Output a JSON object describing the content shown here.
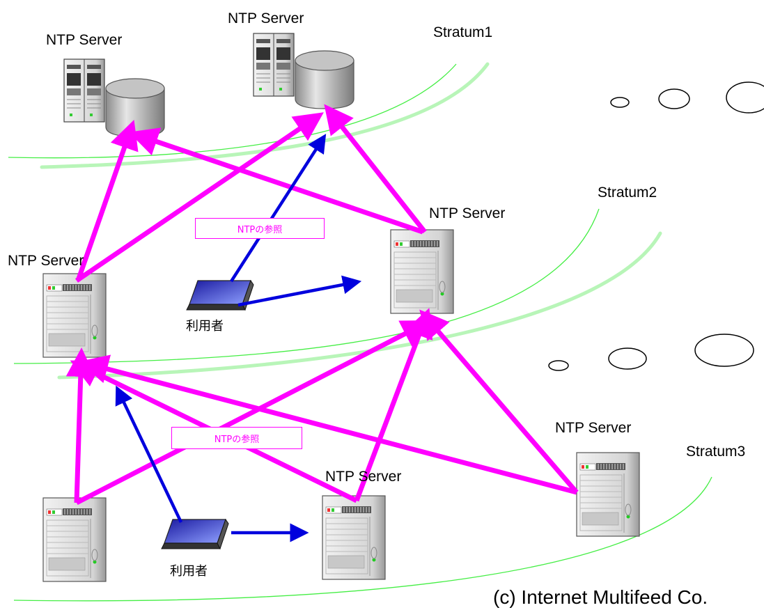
{
  "labels": {
    "stratum1": "Stratum1",
    "stratum2": "Stratum2",
    "stratum3": "Stratum3",
    "server": "NTP Server",
    "user": "利用者",
    "reference": "NTPの参照",
    "footer": "(c) Internet Multifeed Co."
  },
  "colors": {
    "reference_arrow": "#ff00ff",
    "user_arrow": "#0000dd",
    "stratum_line": "#44ee44",
    "stratum_band": "#b8f5b8"
  },
  "icons": {
    "server": "server-tower-icon",
    "storage": "database-cylinder-icon",
    "user": "laptop-icon",
    "cloud": "ellipse-bubble-icon"
  }
}
